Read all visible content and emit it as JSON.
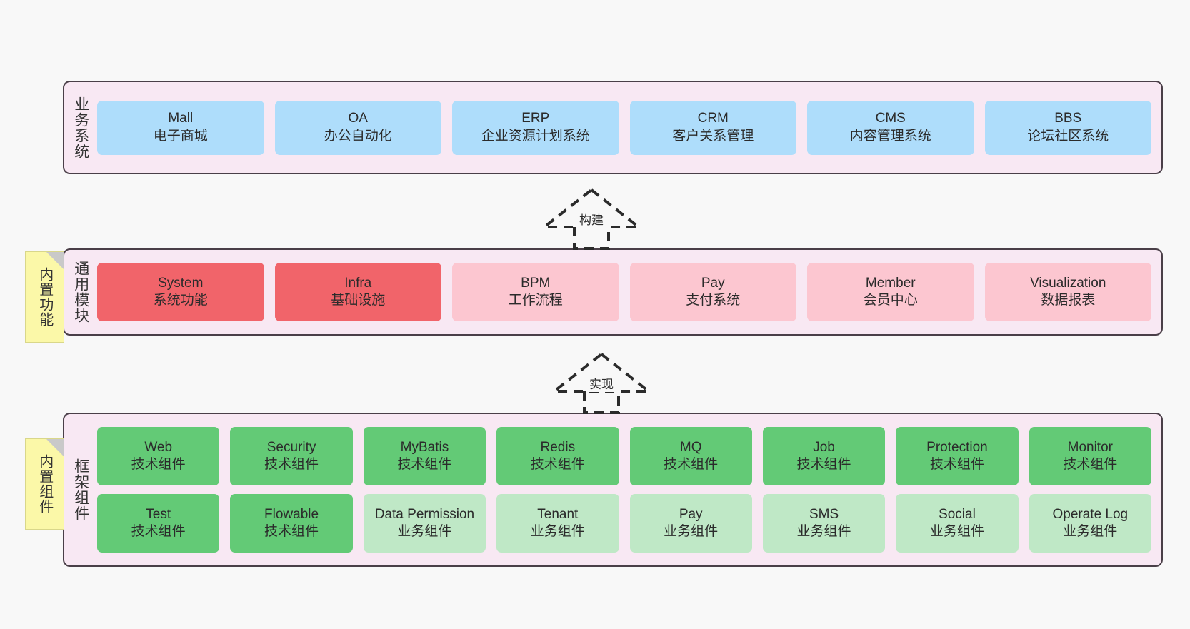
{
  "diagram": {
    "background_color": "#f8f8f8",
    "panel_fill": "#f8e8f3",
    "panel_border": "#4a3f48"
  },
  "layers": [
    {
      "id": "business-systems",
      "label": "业务系统",
      "rows": [
        {
          "nodes": [
            {
              "title": "Mall",
              "sub": "电子商城",
              "color_class": "c-blue",
              "color": "#aeddfb"
            },
            {
              "title": "OA",
              "sub": "办公自动化",
              "color_class": "c-blue",
              "color": "#aeddfb"
            },
            {
              "title": "ERP",
              "sub": "企业资源计划系统",
              "color_class": "c-blue",
              "color": "#aeddfb"
            },
            {
              "title": "CRM",
              "sub": "客户关系管理",
              "color_class": "c-blue",
              "color": "#aeddfb"
            },
            {
              "title": "CMS",
              "sub": "内容管理系统",
              "color_class": "c-blue",
              "color": "#aeddfb"
            },
            {
              "title": "BBS",
              "sub": "论坛社区系统",
              "color_class": "c-blue",
              "color": "#aeddfb"
            }
          ]
        }
      ]
    },
    {
      "id": "common-modules",
      "label": "通用模块",
      "note": "内置功能",
      "rows": [
        {
          "nodes": [
            {
              "title": "System",
              "sub": "系统功能",
              "color_class": "c-red",
              "color": "#f1646a"
            },
            {
              "title": "Infra",
              "sub": "基础设施",
              "color_class": "c-red",
              "color": "#f1646a"
            },
            {
              "title": "BPM",
              "sub": "工作流程",
              "color_class": "c-pink",
              "color": "#fcc6d0"
            },
            {
              "title": "Pay",
              "sub": "支付系统",
              "color_class": "c-pink",
              "color": "#fcc6d0"
            },
            {
              "title": "Member",
              "sub": "会员中心",
              "color_class": "c-pink",
              "color": "#fcc6d0"
            },
            {
              "title": "Visualization",
              "sub": "数据报表",
              "color_class": "c-pink",
              "color": "#fcc6d0"
            }
          ]
        }
      ]
    },
    {
      "id": "framework-components",
      "label": "框架组件",
      "note": "内置组件",
      "rows": [
        {
          "nodes": [
            {
              "title": "Web",
              "sub": "技术组件",
              "color_class": "c-green-dark",
              "color": "#63ca76"
            },
            {
              "title": "Security",
              "sub": "技术组件",
              "color_class": "c-green-dark",
              "color": "#63ca76"
            },
            {
              "title": "MyBatis",
              "sub": "技术组件",
              "color_class": "c-green-dark",
              "color": "#63ca76"
            },
            {
              "title": "Redis",
              "sub": "技术组件",
              "color_class": "c-green-dark",
              "color": "#63ca76"
            },
            {
              "title": "MQ",
              "sub": "技术组件",
              "color_class": "c-green-dark",
              "color": "#63ca76"
            },
            {
              "title": "Job",
              "sub": "技术组件",
              "color_class": "c-green-dark",
              "color": "#63ca76"
            },
            {
              "title": "Protection",
              "sub": "技术组件",
              "color_class": "c-green-dark",
              "color": "#63ca76"
            },
            {
              "title": "Monitor",
              "sub": "技术组件",
              "color_class": "c-green-dark",
              "color": "#63ca76"
            }
          ]
        },
        {
          "nodes": [
            {
              "title": "Test",
              "sub": "技术组件",
              "color_class": "c-green-dark",
              "color": "#63ca76"
            },
            {
              "title": "Flowable",
              "sub": "技术组件",
              "color_class": "c-green-dark",
              "color": "#63ca76"
            },
            {
              "title": "Data Permission",
              "sub": "业务组件",
              "color_class": "c-green-light",
              "color": "#bfe8c6"
            },
            {
              "title": "Tenant",
              "sub": "业务组件",
              "color_class": "c-green-light",
              "color": "#bfe8c6"
            },
            {
              "title": "Pay",
              "sub": "业务组件",
              "color_class": "c-green-light",
              "color": "#bfe8c6"
            },
            {
              "title": "SMS",
              "sub": "业务组件",
              "color_class": "c-green-light",
              "color": "#bfe8c6"
            },
            {
              "title": "Social",
              "sub": "业务组件",
              "color_class": "c-green-light",
              "color": "#bfe8c6"
            },
            {
              "title": "Operate Log",
              "sub": "业务组件",
              "color_class": "c-green-light",
              "color": "#bfe8c6"
            }
          ]
        }
      ]
    }
  ],
  "connectors": [
    {
      "id": "build",
      "label": "构建",
      "from": "common-modules",
      "to": "business-systems"
    },
    {
      "id": "implement",
      "label": "实现",
      "from": "framework-components",
      "to": "common-modules"
    }
  ]
}
